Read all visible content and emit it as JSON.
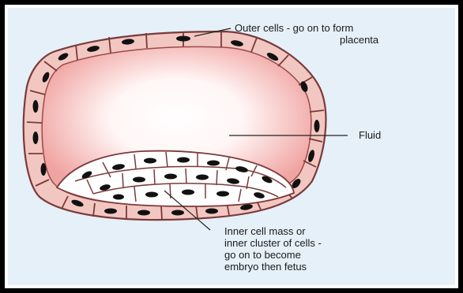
{
  "labels": {
    "outer_line1": "Outer cells - go on to form",
    "outer_line2": "placenta",
    "fluid": "Fluid",
    "inner_line1": "Inner cell mass or",
    "inner_line2": "inner cluster of cells -",
    "inner_line3": "go on to become",
    "inner_line4": "embryo then fetus"
  },
  "colors": {
    "background": "#e5f0f9",
    "frame": "#000000",
    "cell_outline": "#7a3a3a",
    "cell_fill": "#f3c7c1",
    "cavity_edge": "#f0a8a6",
    "cavity_center": "#ffffff",
    "inner_cell_fill": "#ffffff",
    "nucleus": "#111111"
  }
}
